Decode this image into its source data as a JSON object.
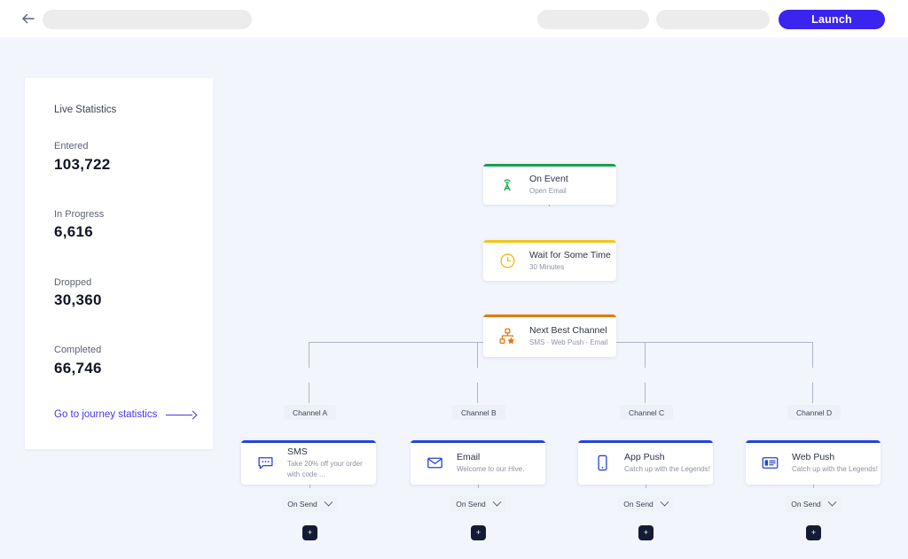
{
  "header": {
    "back_icon": "back-arrow-icon",
    "launch_label": "Launch"
  },
  "stats": {
    "title": "Live Statistics",
    "items": [
      {
        "label": "Entered",
        "value": "103,722"
      },
      {
        "label": "In Progress",
        "value": "6,616"
      },
      {
        "label": "Dropped",
        "value": "30,360"
      },
      {
        "label": "Completed",
        "value": "66,746"
      }
    ],
    "link_label": "Go to journey statistics",
    "link_color": "#4634ef"
  },
  "flow": {
    "nodes": [
      {
        "title": "On Event",
        "subtitle": "Open Email",
        "accent": "#15a04a",
        "icon": "broadcast-icon"
      },
      {
        "title": "Wait for Some Time",
        "subtitle": "30 Minutes",
        "accent": "#f5c518",
        "icon": "clock-icon"
      },
      {
        "title": "Next Best Channel",
        "subtitle": "SMS · Web Push · Email",
        "accent": "#e07b10",
        "icon": "hierarchy-star-icon"
      }
    ],
    "channel_labels": [
      "Channel A",
      "Channel B",
      "Channel C",
      "Channel D"
    ],
    "channels": [
      {
        "title": "SMS",
        "subtitle": "Take 20% off your order with code ...",
        "accent": "#2743d8",
        "icon": "chat-bubble-icon",
        "onsend_label": "On Send",
        "add_label": "+"
      },
      {
        "title": "Email",
        "subtitle": "Welcome to our Hive.",
        "accent": "#2743d8",
        "icon": "envelope-icon",
        "onsend_label": "On Send",
        "add_label": "+"
      },
      {
        "title": "App Push",
        "subtitle": "Catch up with the Legends!",
        "accent": "#2743d8",
        "icon": "mobile-phone-icon",
        "onsend_label": "On Send",
        "add_label": "+"
      },
      {
        "title": "Web Push",
        "subtitle": "Catch up with the Legends!",
        "accent": "#2743d8",
        "icon": "browser-window-icon",
        "onsend_label": "On Send",
        "add_label": "+"
      }
    ]
  }
}
